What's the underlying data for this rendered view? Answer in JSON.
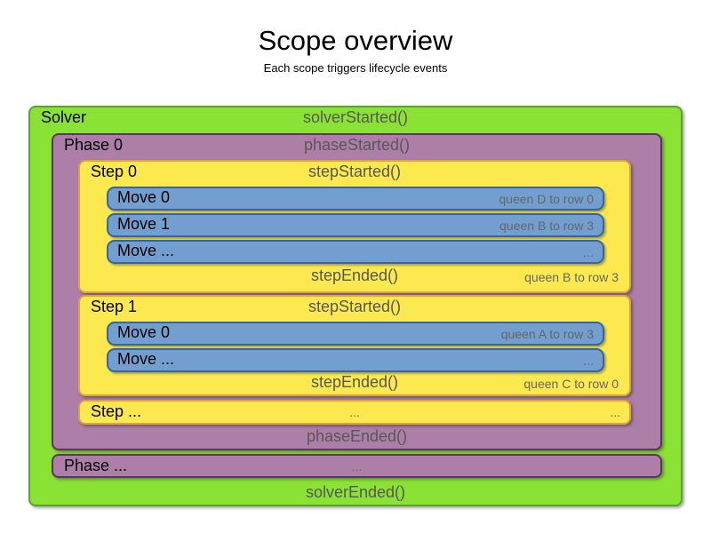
{
  "title": "Scope overview",
  "subtitle": "Each scope triggers lifecycle events",
  "colors": {
    "solver_fill": "#8ae234",
    "solver_border": "#57a629",
    "phase_fill": "#ad7fa8",
    "phase_border": "#5c3566",
    "step_fill": "#fce94f",
    "step_border": "#e0a33e",
    "move_fill": "#729fcf",
    "move_border": "#3465a4",
    "event_text": "#575757",
    "detail_text": "#666666"
  },
  "solver": {
    "label": "Solver",
    "started": "solverStarted()",
    "ended": "solverEnded()",
    "phase0": {
      "label": "Phase 0",
      "started": "phaseStarted()",
      "ended": "phaseEnded()",
      "steps": [
        {
          "label": "Step 0",
          "started": "stepStarted()",
          "moves": [
            {
              "label": "Move 0",
              "detail": "queen D to row 0"
            },
            {
              "label": "Move 1",
              "detail": "queen B to row 3"
            },
            {
              "label": "Move ...",
              "detail": "..."
            }
          ],
          "ended": "stepEnded()",
          "ended_detail": "queen B to row 3"
        },
        {
          "label": "Step 1",
          "started": "stepStarted()",
          "moves": [
            {
              "label": "Move 0",
              "detail": "queen A to row 3"
            },
            {
              "label": "Move ...",
              "detail": "..."
            }
          ],
          "ended": "stepEnded()",
          "ended_detail": "queen C to row 0"
        }
      ],
      "step_more": {
        "label": "Step ...",
        "center": "...",
        "right": "..."
      }
    },
    "phase_more": {
      "label": "Phase ...",
      "center": "..."
    }
  }
}
